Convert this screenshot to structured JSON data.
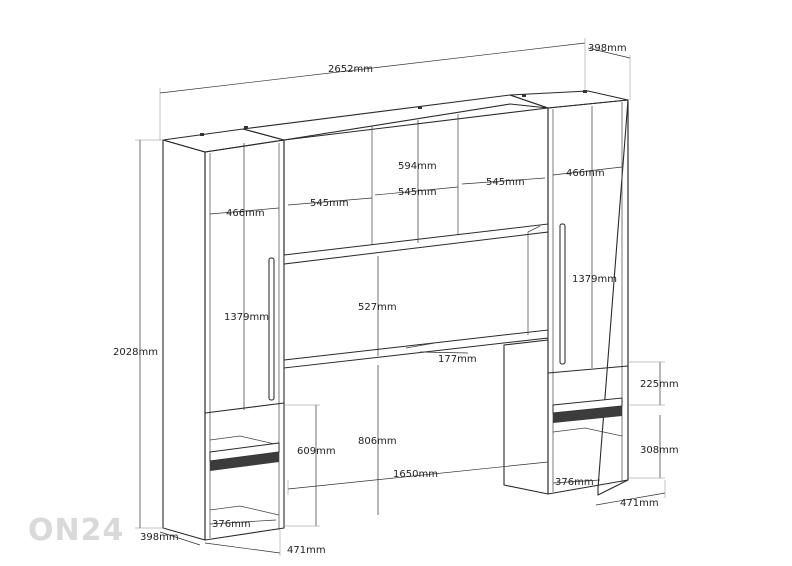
{
  "labels": {
    "total_width": "2652mm",
    "depth_top": "398mm",
    "total_height": "2028mm",
    "depth_bottom": "398mm",
    "left_inner_width": "466mm",
    "right_inner_width": "466mm",
    "left_door_height": "1379mm",
    "right_door_height": "1379mm",
    "top_door_1": "545mm",
    "top_door_2": "545mm",
    "top_door_3": "545mm",
    "top_height": "594mm",
    "bridge_clearance": "527mm",
    "shelf_depth": "177mm",
    "lower_opening_height": "806mm",
    "bridge_width": "1650mm",
    "left_lower_height": "609mm",
    "left_bottom_depth": "376mm",
    "left_bottom_width": "471mm",
    "right_drawer_top": "225mm",
    "right_lower_height": "308mm",
    "right_bottom_depth": "376mm",
    "right_bottom_width": "471mm"
  },
  "watermark": "ON24"
}
